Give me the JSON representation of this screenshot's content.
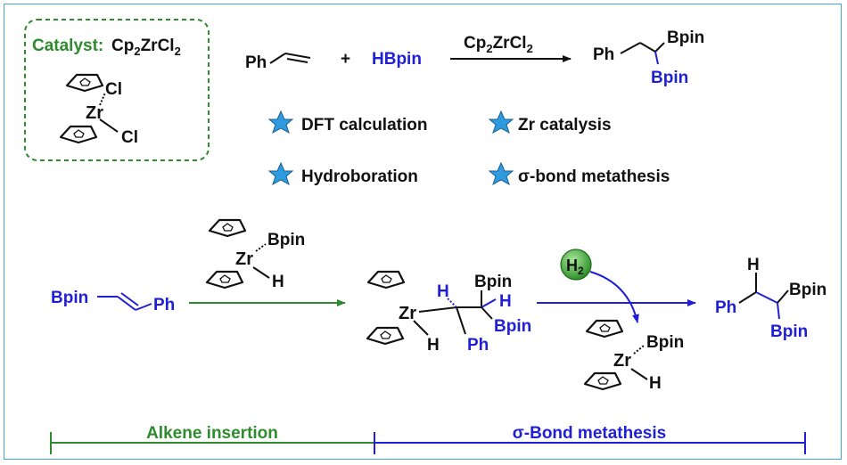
{
  "catalyst_box": {
    "label": "Catalyst:",
    "formula_parts": [
      "Cp",
      "2",
      "ZrCl",
      "2"
    ],
    "metal": "Zr",
    "ligand1": "Cl",
    "ligand2": "Cl"
  },
  "reaction": {
    "reactant1": "Ph",
    "plus": "+",
    "reactant2": "HBpin",
    "catalyst_parts": [
      "Cp",
      "2",
      "ZrCl",
      "2"
    ],
    "product_ph": "Ph",
    "product_bpin_top": "Bpin",
    "product_bpin_bottom": "Bpin"
  },
  "features": [
    {
      "label": "DFT calculation",
      "icon": "star-icon"
    },
    {
      "label": "Zr catalysis",
      "icon": "star-icon"
    },
    {
      "label": "Hydroboration",
      "icon": "star-icon"
    },
    {
      "label": "σ-bond metathesis",
      "icon": "star-icon"
    }
  ],
  "mechanism": {
    "alkene_left": "Bpin",
    "alkene_right": "Ph",
    "complex1": {
      "metal": "Zr",
      "bpin": "Bpin",
      "h": "H"
    },
    "intermediate": {
      "metal": "Zr",
      "h_metal": "H",
      "bpin_top": "Bpin",
      "h_left": "H",
      "h_right": "H",
      "bpin_right": "Bpin",
      "ph": "Ph"
    },
    "h2_label": "H",
    "h2_sub": "2",
    "product": {
      "h": "H",
      "ph": "Ph",
      "bpin_top": "Bpin",
      "bpin_bottom": "Bpin"
    },
    "complex2": {
      "metal": "Zr",
      "bpin": "Bpin",
      "h": "H"
    }
  },
  "stages": {
    "left": "Alkene insertion",
    "right": "σ-Bond metathesis"
  },
  "colors": {
    "green": "#2e8b2e",
    "blue": "#1f1fd6",
    "black": "#111111",
    "star": "#2e9be0",
    "frame": "#4aa3c8"
  }
}
